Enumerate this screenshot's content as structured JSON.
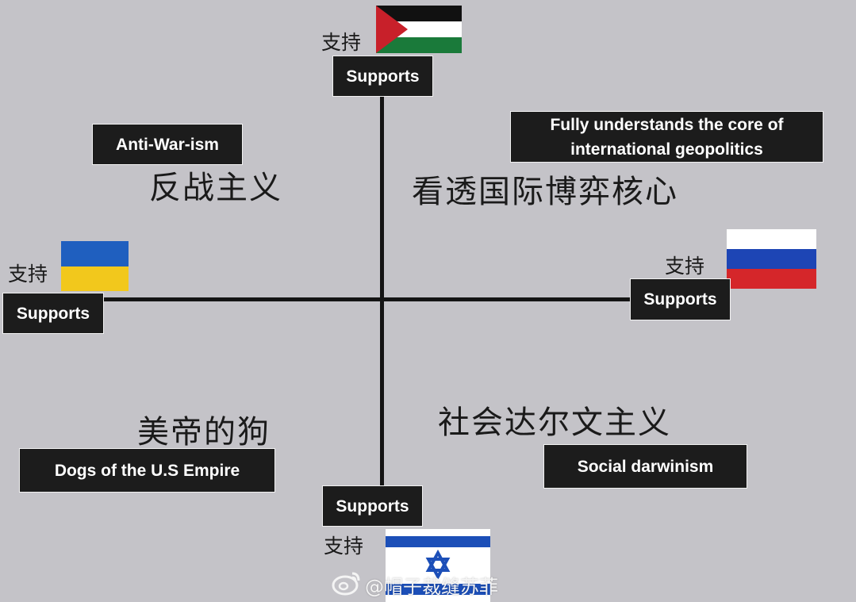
{
  "top": {
    "zh": "支持",
    "caption": "Supports",
    "flag": "palestine-flag"
  },
  "left": {
    "zh": "支持",
    "caption": "Supports",
    "flag": "ukraine-flag"
  },
  "right": {
    "zh": "支持",
    "caption": "Supports",
    "flag": "russia-flag"
  },
  "bottom": {
    "zh": "支持",
    "caption": "Supports",
    "flag": "israel-flag"
  },
  "quadrants": {
    "top_left": {
      "zh": "反战主义",
      "caption": "Anti-War-ism"
    },
    "top_right": {
      "zh": "看透国际博弈核心",
      "caption": "Fully understands the core of international geopolitics"
    },
    "bottom_left": {
      "zh": "美帝的狗",
      "caption": "Dogs of the U.S Empire"
    },
    "bottom_right": {
      "zh": "社会达尔文主义",
      "caption": "Social darwinism"
    }
  },
  "watermark": {
    "text": "@帽子裁缝苏菲",
    "icon": "weibo-icon"
  },
  "colors": {
    "background": "#c4c3c8",
    "caption_bg": "#1c1c1c",
    "axis": "#141414"
  }
}
